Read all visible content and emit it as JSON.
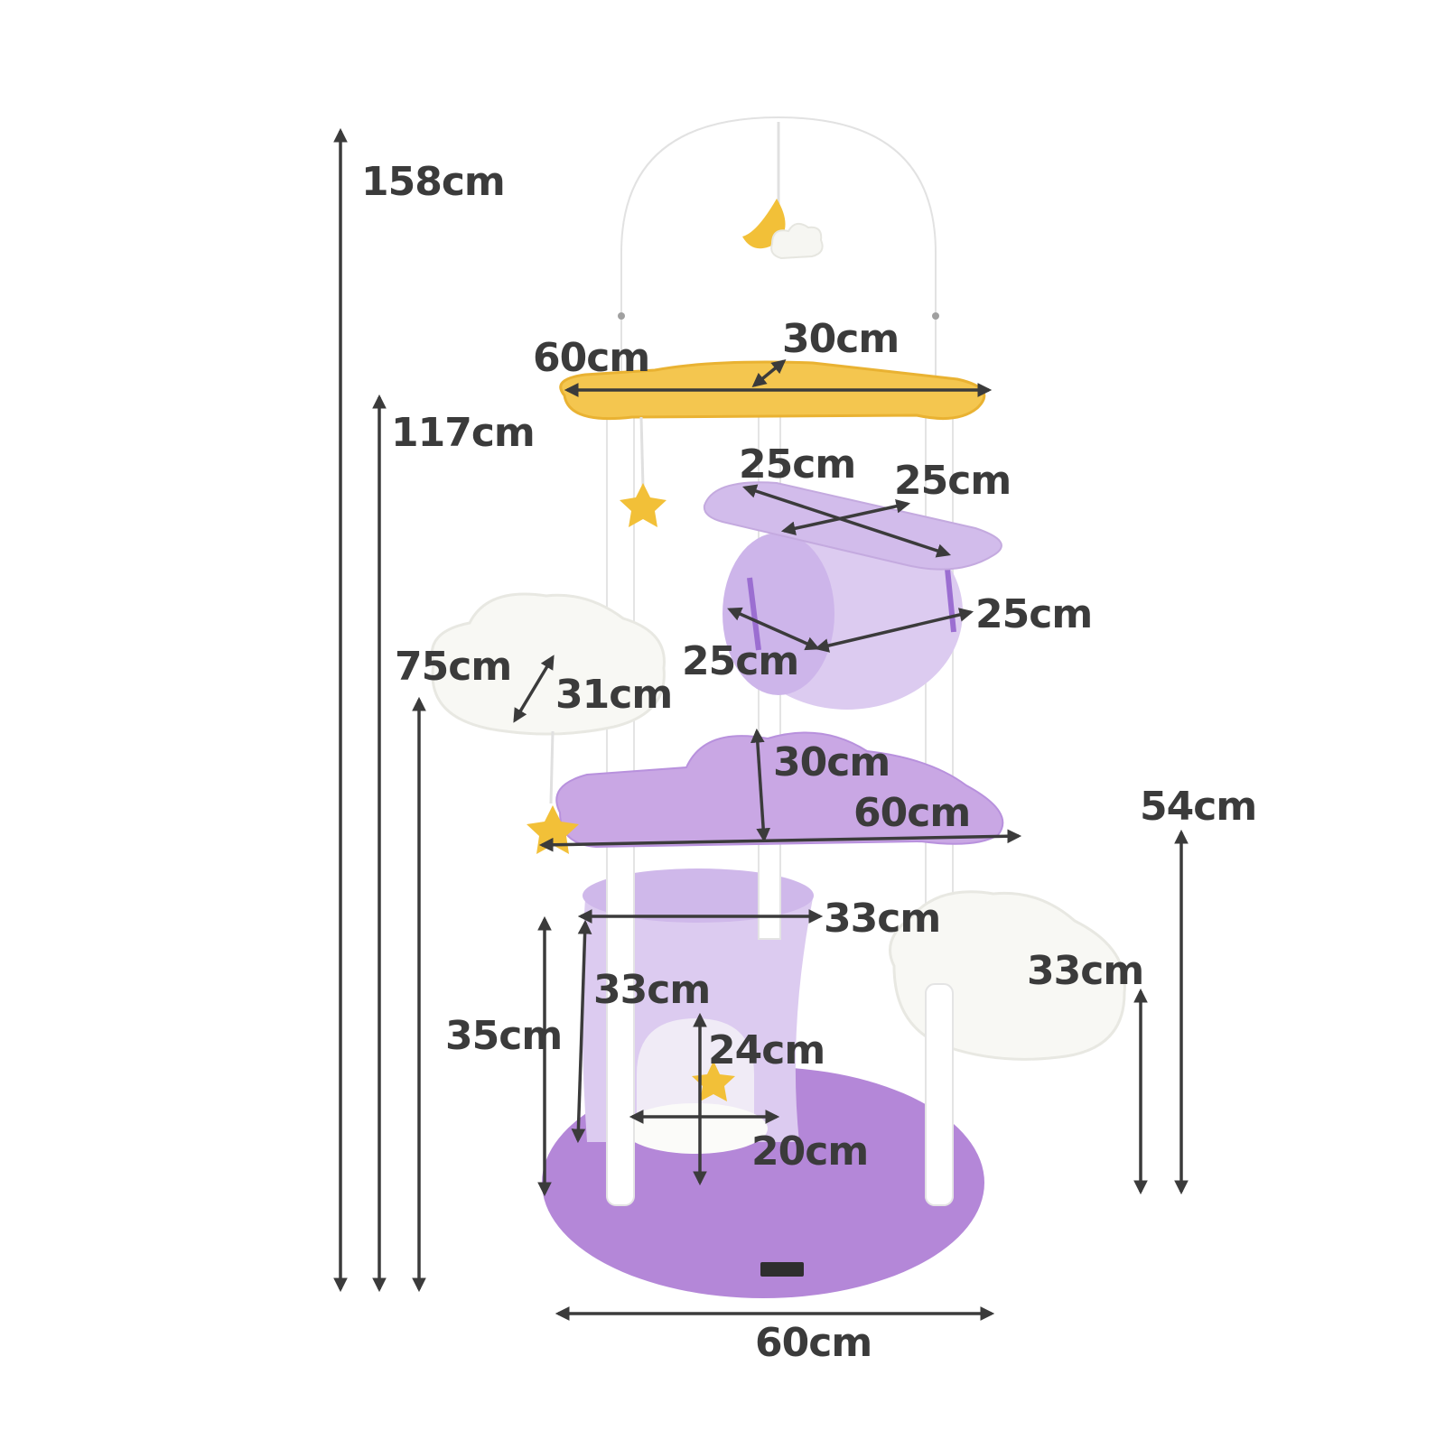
{
  "diagram": {
    "kind": "cat tree dimension drawing",
    "colors": {
      "text": "#3b3b3b",
      "arrow": "#3b3b3b",
      "post": "#ffffff",
      "post_outline": "#e4e4e4",
      "top_perch": "#f4c64f",
      "top_perch_edge": "#e9b232",
      "lavender": "#c9a7e4",
      "light_lavender": "#dccbf0",
      "base_purple": "#b487d8",
      "cloud": "#f8f8f4",
      "toy_yellow": "#f2c038"
    },
    "dimensions": {
      "total_height": "158cm",
      "top_perch_height": "117cm",
      "middle_height": "75cm",
      "top_perch_length": "60cm",
      "top_perch_width": "30cm",
      "hammock_length": "25cm",
      "hammock_width": "25cm",
      "tunnel_length": "25cm",
      "tunnel_diameter": "25cm",
      "cloud_perch_size": "31cm",
      "cloud_clearance": "30cm",
      "cloud_platform_length": "60cm",
      "condo_width": "33cm",
      "condo_depth": "33cm",
      "condo_height": "35cm",
      "door_height": "24cm",
      "door_width": "20cm",
      "right_perch_height": "54cm",
      "right_perch_size": "33cm",
      "base_width": "60cm"
    }
  }
}
